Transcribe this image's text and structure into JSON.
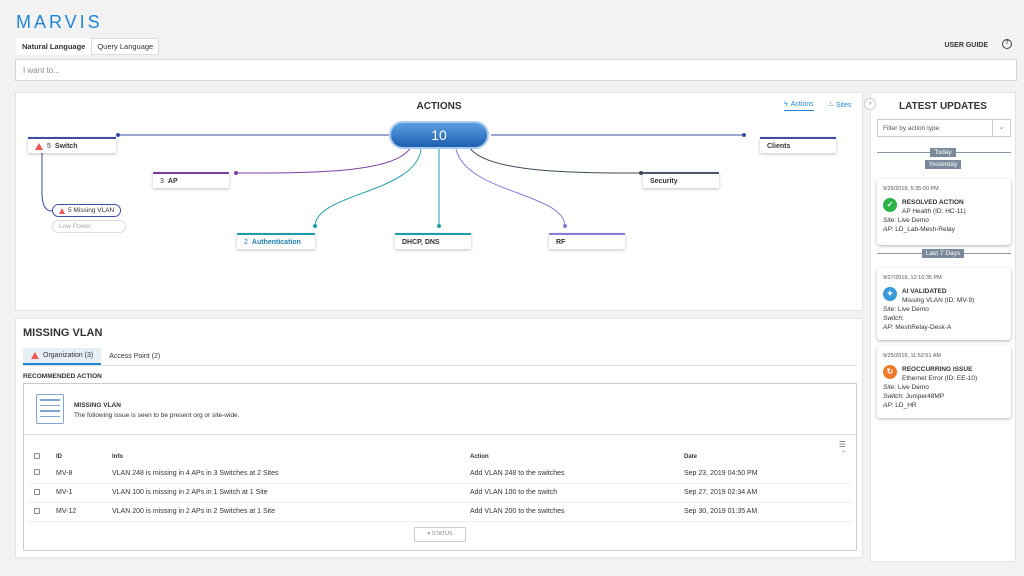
{
  "app": {
    "logo": "MARVIS",
    "user_guide": "USER GUIDE",
    "help_icon": "help-icon"
  },
  "lang_tabs": [
    "Natural Language",
    "Query Language"
  ],
  "search": {
    "placeholder": "I want to..."
  },
  "actions_panel": {
    "title": "ACTIONS",
    "toggles": {
      "actions": "Actions",
      "sites": "Sites"
    },
    "total": "10",
    "nodes": {
      "switch": {
        "count": "5",
        "label": "Switch"
      },
      "ap": {
        "count": "3",
        "label": "AP"
      },
      "authentication": {
        "count": "2",
        "label": "Authentication"
      },
      "dhcp": {
        "label": "DHCP, DNS"
      },
      "rf": {
        "label": "RF"
      },
      "security": {
        "label": "Security"
      },
      "clients": {
        "label": "Clients"
      }
    },
    "sub": {
      "missing_vlan": "5 Missing VLAN",
      "low_power": "Low Power"
    },
    "colors": {
      "accent": "#1f86d8",
      "warn": "#e55555"
    }
  },
  "missing_vlan": {
    "title": "MISSING VLAN",
    "tabs": [
      {
        "label": "Organization (3)"
      },
      {
        "label": "Access Point (2)"
      }
    ],
    "recommended": "RECOMMENDED ACTION",
    "issue_title": "MISSING VLAN",
    "issue_desc": "The following issue is seen to be present org or site-wide.",
    "columns": {
      "id": "ID",
      "info": "Info",
      "action": "Action",
      "date": "Date"
    },
    "rows": [
      {
        "id": "MV-8",
        "info": "VLAN 248 is missing in 4 APs in 3 Switches at 2 Sites",
        "action": "Add VLAN 248 to the switches",
        "date": "Sep 23, 2019 04:50 PM"
      },
      {
        "id": "MV-1",
        "info": "VLAN 100 is missing in 2 APs in 1 Switch at 1 Site",
        "action": "Add VLAN 100 to the switch",
        "date": "Sep 27, 2019 02:34 AM"
      },
      {
        "id": "MV-12",
        "info": "VLAN 200 is missing in 2 APs in 2 Switches at 1 Site",
        "action": "Add VLAN 200 to the switches",
        "date": "Sep 30, 2019 01:35 AM"
      }
    ],
    "status_btn": "STATUS"
  },
  "latest_updates": {
    "title": "LATEST UPDATES",
    "filter_placeholder": "Filter by action type",
    "days": {
      "today": "Today",
      "yesterday": "Yesterday",
      "last7": "Last 7 Days"
    },
    "cards": [
      {
        "ts": "9/29/2019, 5:35:00 PM",
        "title": "RESOLVED ACTION",
        "detail": "AP Health (ID: HC-11)",
        "site": "Live Demo",
        "ap": "LD_Lab-Mesh-Relay",
        "color": "#2eb24a"
      },
      {
        "ts": "9/27/2019, 12:10:35 PM",
        "title": "AI VALIDATED",
        "detail": "Missing VLAN (ID: MV-9)",
        "site": "Live Demo",
        "switch": "",
        "ap": "MeshRelay-Desk-A",
        "color": "#3a9ad9"
      },
      {
        "ts": "9/25/2019, 11:52:51 AM",
        "title": "REOCCURRING ISSUE",
        "detail": "Ethernet Error (ID: EE-10)",
        "site": "Live Demo",
        "switch": "Juniper48MP",
        "ap": "LD_HR",
        "color": "#ef7a2a"
      }
    ]
  },
  "labels": {
    "site": "Site",
    "ap": "AP",
    "switch": "Switch"
  }
}
